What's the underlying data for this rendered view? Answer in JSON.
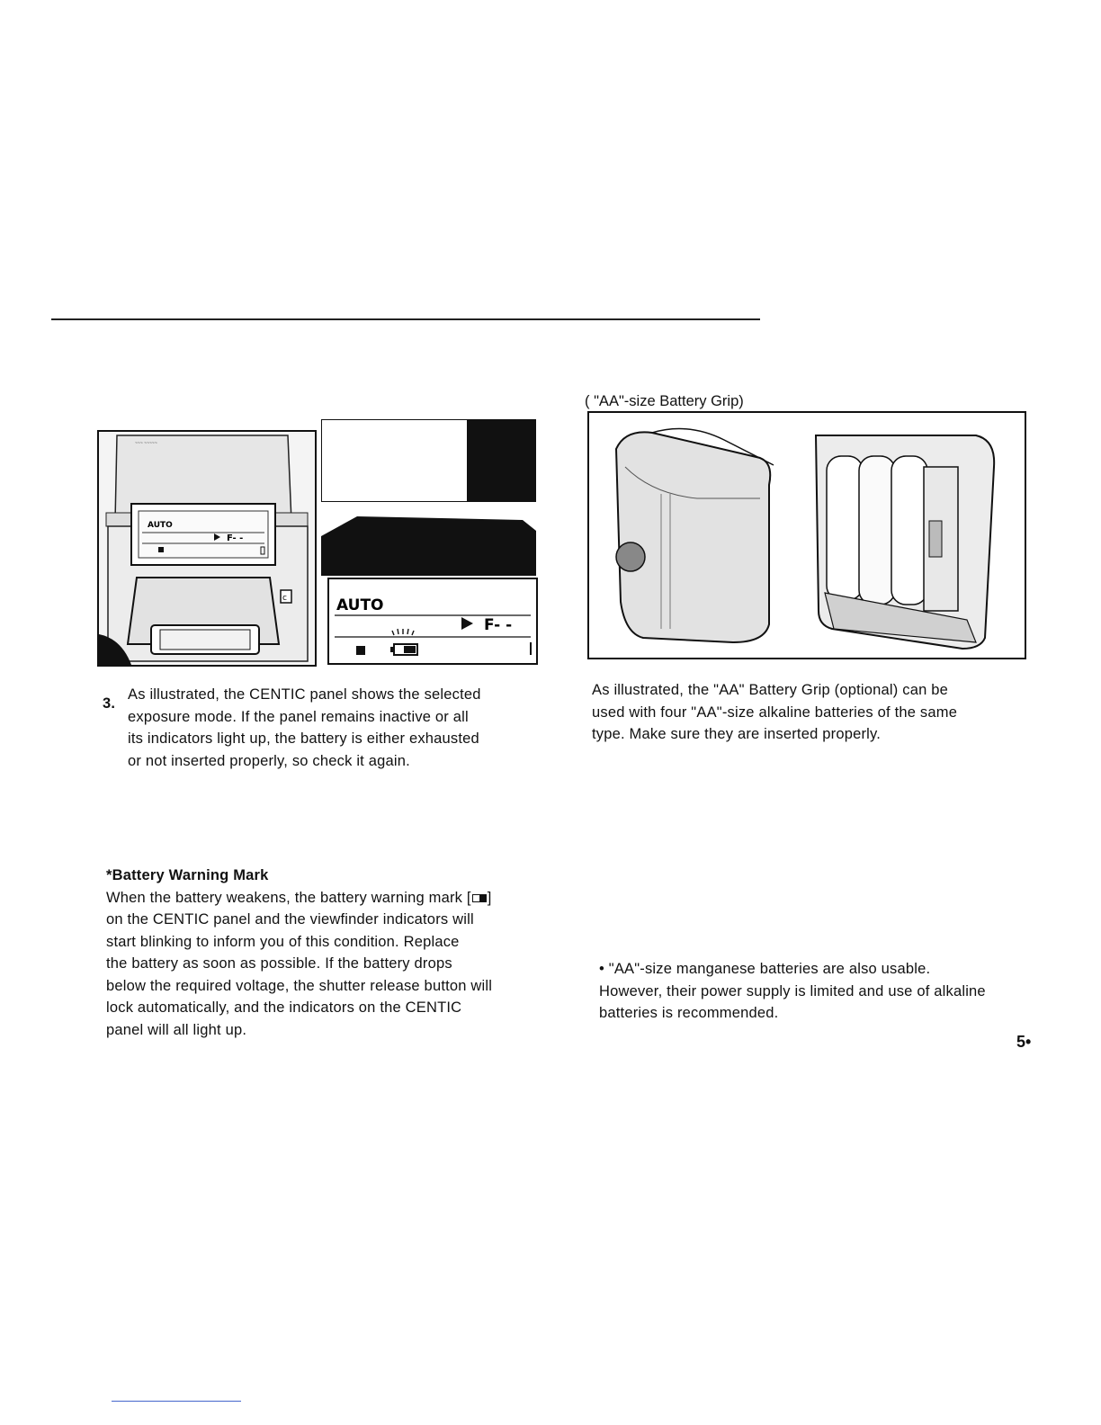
{
  "figures": {
    "camera_panel": {
      "lcd_mode": "AUTO",
      "lcd_exposure": "F- -"
    },
    "lcd_closeup": {
      "mode": "AUTO",
      "exposure": "F- -"
    },
    "battery_grip": {
      "caption": "( \"AA\"-size Battery Grip)"
    }
  },
  "step3": {
    "number": "3.",
    "lines": [
      "As illustrated, the CENTIC panel shows the selected",
      "exposure mode. If the panel remains inactive or all",
      "its indicators light up, the battery is either exhausted",
      "or not inserted properly, so check it again."
    ]
  },
  "grip_text": {
    "lines": [
      "As illustrated, the \"AA\" Battery Grip (optional) can be",
      "used with four \"AA\"-size alkaline batteries of the same",
      "type. Make sure they are inserted properly."
    ]
  },
  "warning": {
    "heading": "*Battery Warning Mark",
    "lines": [
      "When the battery weakens, the battery warning mark [",
      "on the CENTIC panel and the viewfinder indicators will",
      "start blinking to inform you of this condition. Replace",
      "the battery as soon as possible. If the battery drops",
      "below the required voltage, the shutter release button will",
      "lock automatically, and the indicators on the CENTIC",
      "panel will all light up."
    ],
    "bracket_close": "]"
  },
  "note": {
    "lines": [
      "• \"AA\"-size manganese batteries are also usable.",
      "However, their power supply is limited and use of alkaline",
      "batteries is recommended."
    ]
  },
  "page_number": "5•"
}
